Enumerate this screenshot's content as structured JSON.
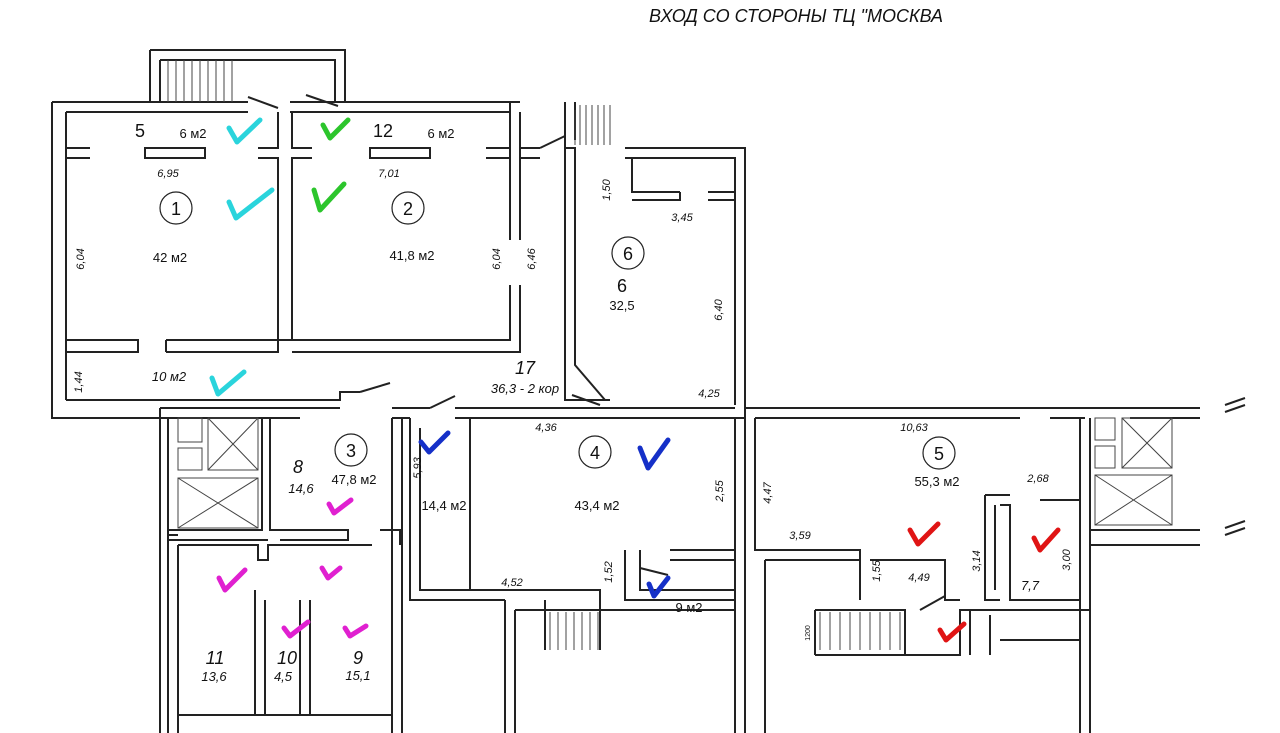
{
  "header": {
    "title": "ВХОД СО СТОРОНЫ ТЦ \"МОСКВА"
  },
  "rooms": [
    {
      "id": "1",
      "number": "1",
      "circled": true,
      "area": "42 м2",
      "mark_color": "#2ad4dc"
    },
    {
      "id": "2",
      "number": "2",
      "circled": true,
      "area": "41,8 м2",
      "mark_color": "#2cc52c"
    },
    {
      "id": "3",
      "number": "3",
      "circled": true,
      "area": "47,8 м2"
    },
    {
      "id": "4",
      "number": "4",
      "circled": true,
      "area": "43,4 м2",
      "mark_color": "#1530c8"
    },
    {
      "id": "5-upper",
      "number": "5",
      "circled": false,
      "area": "6 м2",
      "mark_color": "#2ad4dc"
    },
    {
      "id": "5-lower",
      "number": "5",
      "circled": true,
      "area": "55,3 м2",
      "mark_color": "#e01414"
    },
    {
      "id": "6",
      "number": "6",
      "circled": true,
      "sub_number": "6",
      "area": "32,5"
    },
    {
      "id": "8",
      "number": "8",
      "circled": false,
      "area": "14,6",
      "mark_color": "#e020d0"
    },
    {
      "id": "9",
      "number": "9",
      "circled": false,
      "area": "15,1",
      "mark_color": "#e020d0"
    },
    {
      "id": "10",
      "number": "10",
      "circled": false,
      "area": "4,5",
      "mark_color": "#e020d0"
    },
    {
      "id": "11",
      "number": "11",
      "circled": false,
      "area": "13,6",
      "mark_color": "#e020d0"
    },
    {
      "id": "12",
      "number": "12",
      "circled": false,
      "area": "6 м2",
      "mark_color": "#2cc52c"
    },
    {
      "id": "17",
      "number": "17",
      "circled": false,
      "area": "36,3 - 2 кор"
    },
    {
      "id": "corridor",
      "area": "10 м2",
      "mark_color": "#2ad4dc"
    },
    {
      "id": "small-4",
      "area": "14,4 м2",
      "mark_color": "#1530c8"
    },
    {
      "id": "small-9",
      "area": "9 м2",
      "mark_color": "#1530c8"
    },
    {
      "id": "small-77",
      "area": "7,7",
      "mark_color": "#e01414"
    }
  ],
  "dimensions": [
    "6,95",
    "7,01",
    "6,04",
    "6,04",
    "6,46",
    "1,50",
    "3,45",
    "6,40",
    "1,44",
    "4,25",
    "4,36",
    "5,93",
    "2,55",
    "1,52",
    "4,52",
    "10,63",
    "4,47",
    "2,68",
    "3,59",
    "1,55",
    "4,49",
    "3,14",
    "3,00",
    "1200"
  ],
  "mark_colors": {
    "cyan": "#2ad4dc",
    "green": "#2cc52c",
    "blue": "#1530c8",
    "magenta": "#e020d0",
    "red": "#e01414"
  }
}
